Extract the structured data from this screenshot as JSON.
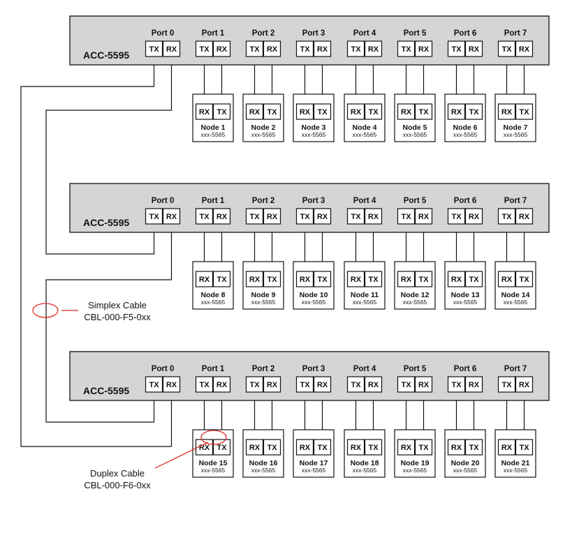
{
  "hubs": [
    {
      "name": "ACC-5595",
      "ports": [
        "Port 0",
        "Port 1",
        "Port 2",
        "Port 3",
        "Port 4",
        "Port 5",
        "Port 6",
        "Port 7"
      ],
      "nodes": [
        {
          "name": "Node 1",
          "model": "xxx-5565"
        },
        {
          "name": "Node 2",
          "model": "xxx-5565"
        },
        {
          "name": "Node 3",
          "model": "xxx-5565"
        },
        {
          "name": "Node 4",
          "model": "xxx-5565"
        },
        {
          "name": "Node 5",
          "model": "xxx-5565"
        },
        {
          "name": "Node 6",
          "model": "xxx-5565"
        },
        {
          "name": "Node 7",
          "model": "xxx-5565"
        }
      ]
    },
    {
      "name": "ACC-5595",
      "ports": [
        "Port 0",
        "Port 1",
        "Port 2",
        "Port 3",
        "Port 4",
        "Port 5",
        "Port 6",
        "Port 7"
      ],
      "nodes": [
        {
          "name": "Node 8",
          "model": "xxx-5565"
        },
        {
          "name": "Node 9",
          "model": "xxx-5565"
        },
        {
          "name": "Node 10",
          "model": "xxx-5565"
        },
        {
          "name": "Node 11",
          "model": "xxx-5565"
        },
        {
          "name": "Node 12",
          "model": "xxx-5565"
        },
        {
          "name": "Node 13",
          "model": "xxx-5565"
        },
        {
          "name": "Node 14",
          "model": "xxx-5565"
        }
      ]
    },
    {
      "name": "ACC-5595",
      "ports": [
        "Port 0",
        "Port 1",
        "Port 2",
        "Port 3",
        "Port 4",
        "Port 5",
        "Port 6",
        "Port 7"
      ],
      "nodes": [
        {
          "name": "Node 15",
          "model": "xxx-5565"
        },
        {
          "name": "Node 16",
          "model": "xxx-5565"
        },
        {
          "name": "Node 17",
          "model": "xxx-5565"
        },
        {
          "name": "Node 18",
          "model": "xxx-5565"
        },
        {
          "name": "Node 19",
          "model": "xxx-5565"
        },
        {
          "name": "Node 20",
          "model": "xxx-5565"
        },
        {
          "name": "Node 21",
          "model": "xxx-5565"
        }
      ]
    }
  ],
  "signals": {
    "tx": "TX",
    "rx": "RX"
  },
  "callouts": {
    "simplex": {
      "line1": "Simplex Cable",
      "line2": "CBL-000-F5-0xx"
    },
    "duplex": {
      "line1": "Duplex Cable",
      "line2": "CBL-000-F6-0xx"
    }
  },
  "colors": {
    "hub_fill": "#d5d5d5",
    "line": "#111111",
    "highlight": "#e0201c"
  }
}
